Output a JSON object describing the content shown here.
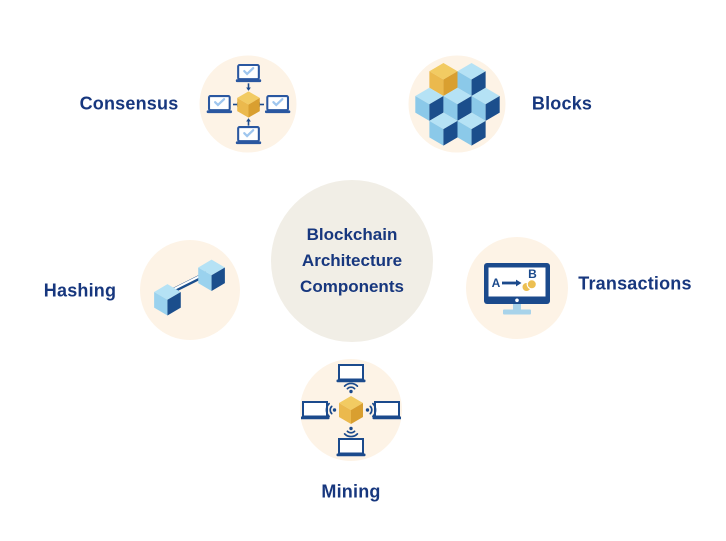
{
  "diagram": {
    "center": {
      "title": "Blockchain Architecture Components",
      "lines": [
        "Blockchain",
        "Architecture",
        "Components"
      ]
    },
    "nodes": [
      {
        "label": "Consensus",
        "icon": "consensus-network-icon"
      },
      {
        "label": "Blocks",
        "icon": "block-stack-icon"
      },
      {
        "label": "Hashing",
        "icon": "linked-cubes-icon"
      },
      {
        "label": "Transactions",
        "icon": "transaction-monitor-icon"
      },
      {
        "label": "Mining",
        "icon": "mining-network-icon"
      }
    ],
    "transaction_icon_labels": {
      "from": "A",
      "to": "B"
    }
  },
  "colors": {
    "background": "#ffffff",
    "node_circle": "#fdf3e6",
    "center_circle": "#f1eee6",
    "text_navy": "#17377E",
    "icon_navy": "#1B4A8C",
    "laptop_stroke": "#2A57A0",
    "light_blue": "#A8D3EA",
    "check_blue": "#9FC6EE",
    "cube_top_blue": "#B5E2F5",
    "cube_side_blue": "#8BC9E9",
    "cube_dark_blue": "#1B4E8C",
    "gold_top": "#F2CB62",
    "gold_left": "#EBB94D",
    "gold_right": "#D99F30",
    "coin_gold": "#ECBF52"
  }
}
